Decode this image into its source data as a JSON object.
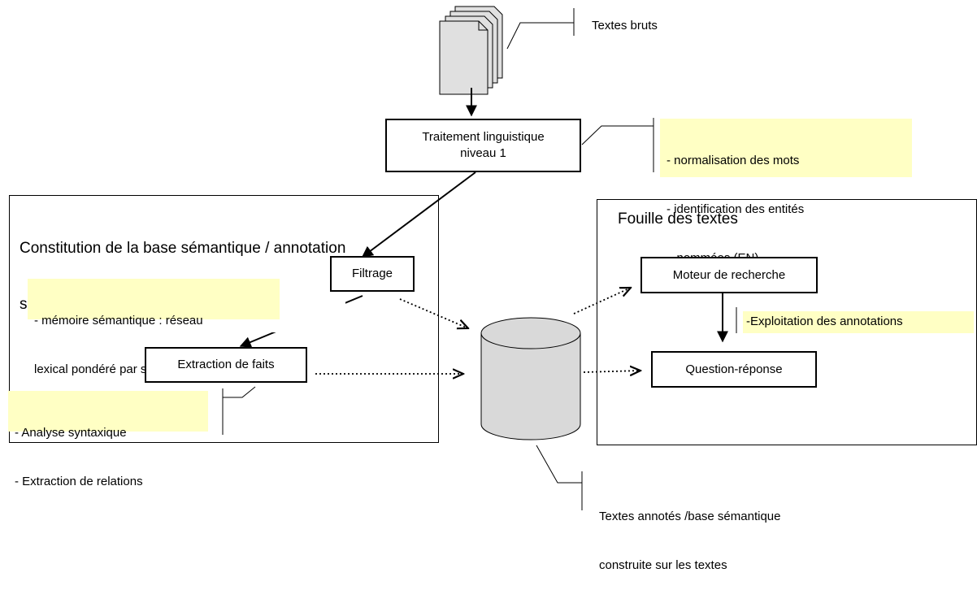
{
  "inputs": {
    "raw_texts": "Textes bruts"
  },
  "linguistic": {
    "box_line1": "Traitement linguistique",
    "box_line2": "niveau 1",
    "notes": [
      "- normalisation des mots",
      "- identification des entités",
      "   nommées (EN)"
    ]
  },
  "semantic_base": {
    "title_line1": "Constitution de la base sémantique / annotation",
    "title_line2": "sémantique des textes",
    "filtering": "Filtrage",
    "filtering_notes": [
      "- mémoire sémantique : réseau",
      "lexical pondéré par situations"
    ],
    "extraction": "Extraction de faits",
    "extraction_notes": [
      "- Analyse syntaxique",
      "- Extraction de relations"
    ]
  },
  "text_mining": {
    "title": "Fouille des textes",
    "search_engine": "Moteur de recherche",
    "exploitation_note": "-Exploitation des annotations",
    "qa": "Question-réponse"
  },
  "database": {
    "label_line1": "Textes annotés /base sémantique",
    "label_line2": "construite sur les textes"
  },
  "colors": {
    "note_fill": "#ffffc4",
    "db_fill": "#d9d9d9",
    "doc_fill": "#e0e0e0"
  }
}
